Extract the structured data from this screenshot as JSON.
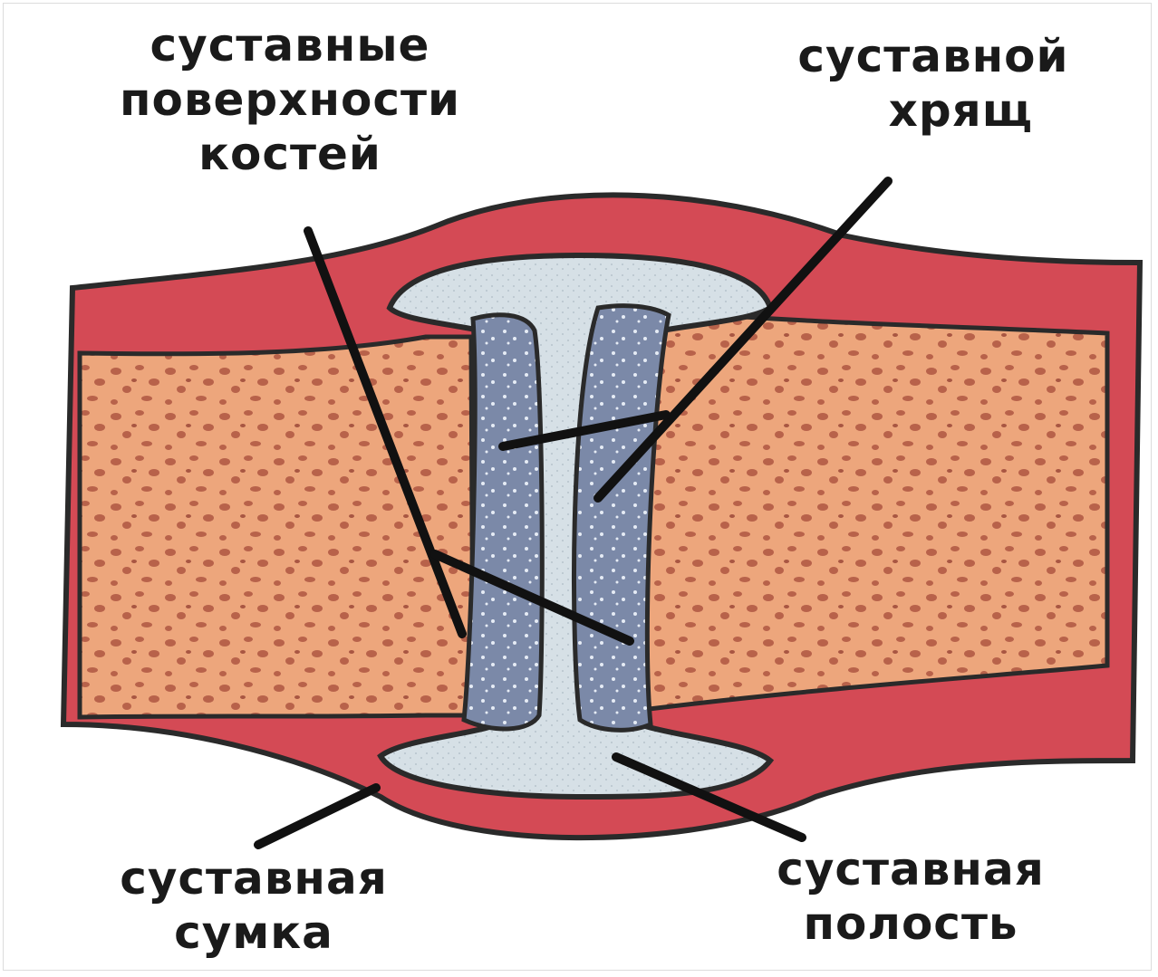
{
  "labels": {
    "articular_surfaces": [
      "суставные",
      "поверхности",
      "костей"
    ],
    "articular_cartilage": [
      "суставной",
      "хрящ"
    ],
    "joint_capsule": [
      "суставная",
      "сумка"
    ],
    "joint_cavity": [
      "суставная",
      "полость"
    ]
  },
  "colors": {
    "capsule": "#d44a55",
    "capsule_dark": "#b83340",
    "bone": "#eda67c",
    "bone_spots": "#b8624a",
    "cartilage": "#7b89a8",
    "cavity": "#cfdbe2",
    "outline": "#2a2a2a",
    "leader": "#111111"
  }
}
